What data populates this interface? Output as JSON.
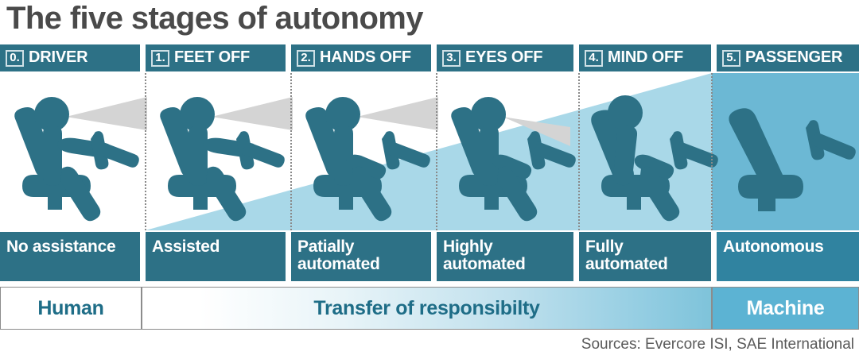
{
  "title": "The five stages of autonomy",
  "source": "Sources: Evercore ISI, SAE International",
  "colors": {
    "header_teal": "#2d7186",
    "figure_teal": "#2d7186",
    "wedge_blue": "#a9d8e8",
    "panel5_blue": "#6cb8d4",
    "cone_gray": "#d4d4d4",
    "title_gray": "#4a4a4a",
    "source_gray": "#5a5a5a"
  },
  "stages": [
    {
      "number": "0.",
      "name": "DRIVER",
      "description": "No assistance",
      "figure": "driver-hands-on-wheel",
      "vision_cone": true,
      "reclined": false,
      "hands_on_wheel": true
    },
    {
      "number": "1.",
      "name": "FEET OFF",
      "description": "Assisted",
      "figure": "driver-hands-on-wheel",
      "vision_cone": true,
      "reclined": false,
      "hands_on_wheel": true
    },
    {
      "number": "2.",
      "name": "HANDS OFF",
      "description": "Patially\nautomated",
      "figure": "driver-hands-off",
      "vision_cone": true,
      "reclined": false,
      "hands_on_wheel": false
    },
    {
      "number": "3.",
      "name": "EYES OFF",
      "description": "Highly\nautomated",
      "figure": "driver-hands-off",
      "vision_cone": true,
      "reclined": false,
      "hands_on_wheel": false
    },
    {
      "number": "4.",
      "name": "MIND OFF",
      "description": "Fully\nautomated",
      "figure": "driver-reclined",
      "vision_cone": false,
      "reclined": true,
      "hands_on_wheel": false
    },
    {
      "number": "5.",
      "name": "PASSENGER",
      "description": "Autonomous",
      "figure": "empty-seat",
      "vision_cone": false,
      "reclined": false,
      "hands_on_wheel": false
    }
  ],
  "responsibility_bar": {
    "left_label": "Human",
    "center_label": "Transfer of responsibilty",
    "right_label": "Machine"
  }
}
